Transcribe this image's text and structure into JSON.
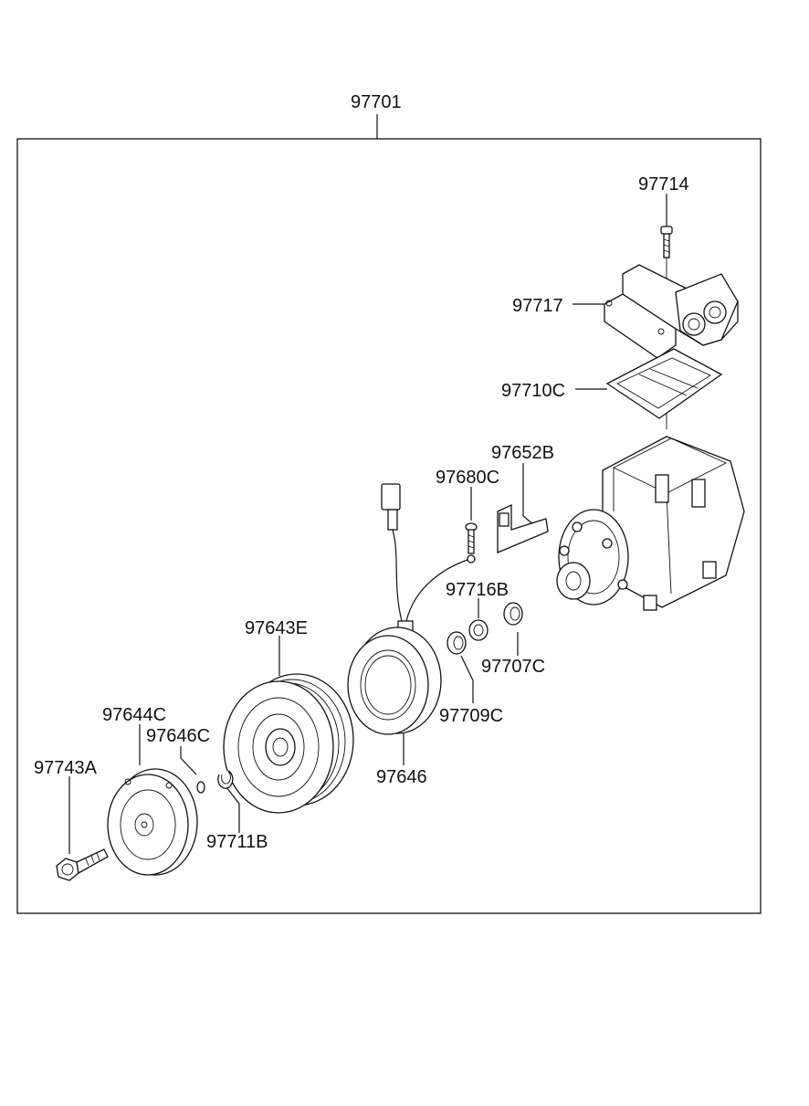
{
  "diagram": {
    "assembly_label": "97701",
    "parts": [
      {
        "id": "p97714",
        "label": "97714"
      },
      {
        "id": "p97717",
        "label": "97717"
      },
      {
        "id": "p97710C",
        "label": "97710C"
      },
      {
        "id": "p97652B",
        "label": "97652B"
      },
      {
        "id": "p97680C",
        "label": "97680C"
      },
      {
        "id": "p97716B",
        "label": "97716B"
      },
      {
        "id": "p97707C",
        "label": "97707C"
      },
      {
        "id": "p97643E",
        "label": "97643E"
      },
      {
        "id": "p97709C",
        "label": "97709C"
      },
      {
        "id": "p97644C",
        "label": "97644C"
      },
      {
        "id": "p97646C",
        "label": "97646C"
      },
      {
        "id": "p97743A",
        "label": "97743A"
      },
      {
        "id": "p97646",
        "label": "97646"
      },
      {
        "id": "p97711B",
        "label": "97711B"
      }
    ]
  }
}
